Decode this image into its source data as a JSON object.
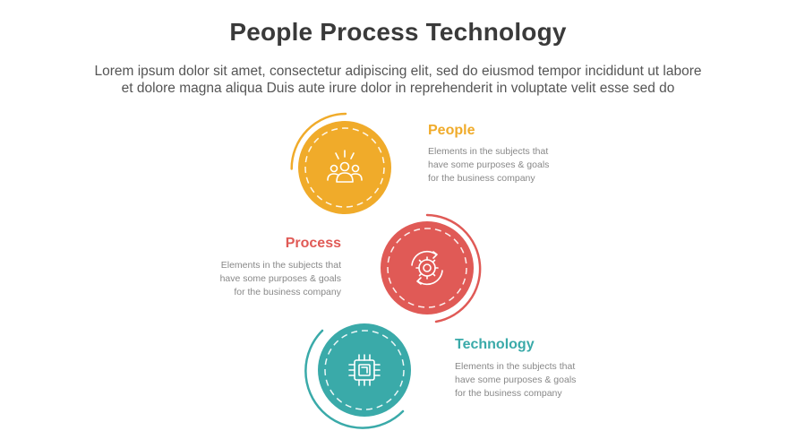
{
  "header": {
    "title": "People Process Technology",
    "subtitle_line1": "Lorem ipsum dolor sit amet, consectetur adipiscing elit, sed do eiusmod tempor incididunt ut labore",
    "subtitle_line2": "et dolore magna aliqua Duis aute irure dolor in reprehenderit in voluptate velit esse sed do"
  },
  "steps": [
    {
      "label": "People",
      "color": "#f0ab2a",
      "icon": "people-group-icon",
      "desc": [
        "Elements in the subjects that",
        "have  some purposes & goals",
        "for the  business company"
      ]
    },
    {
      "label": "Process",
      "color": "#e05a56",
      "icon": "gear-cycle-icon",
      "desc": [
        "Elements in the subjects that",
        "have  some purposes & goals",
        "for the  business company"
      ]
    },
    {
      "label": "Technology",
      "color": "#3aaaa9",
      "icon": "microchip-icon",
      "desc": [
        "Elements in the subjects that",
        "have  some purposes & goals",
        "for the  business company"
      ]
    }
  ]
}
